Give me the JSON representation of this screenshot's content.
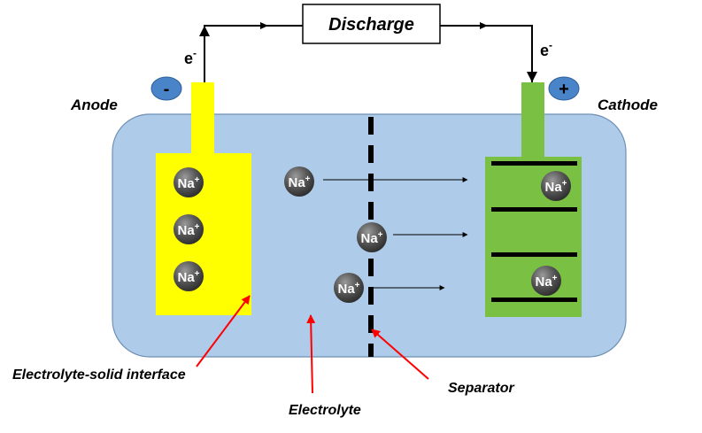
{
  "title": "Discharge",
  "electron": {
    "base": "e",
    "sup": "-"
  },
  "terminals": {
    "negative": "-",
    "positive": "+"
  },
  "labels": {
    "anode": "Anode",
    "cathode": "Cathode",
    "interface": "Electrolyte-solid interface",
    "electrolyte": "Electrolyte",
    "separator": "Separator"
  },
  "ion": {
    "base": "Na",
    "sup": "+"
  },
  "colors": {
    "electrolyte": "#aecbe9",
    "anode": "#ffff00",
    "cathode": "#7ac143",
    "terminal_badge": "#4a84c8",
    "pointer_arrow": "#ff0000"
  }
}
